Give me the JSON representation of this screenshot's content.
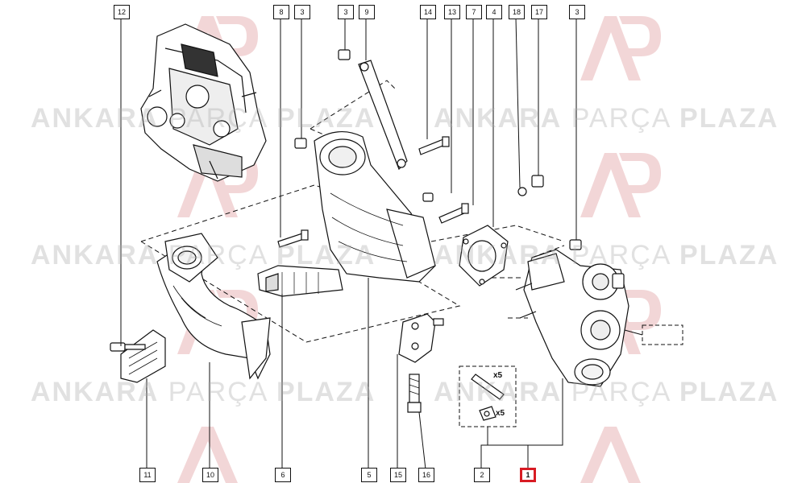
{
  "watermark": {
    "brand_a": "ANKARA",
    "brand_b": "PARÇA",
    "brand_c": "PLAZA",
    "logo_color": "#e8b4b6"
  },
  "callouts": {
    "top": [
      "12",
      "8",
      "3",
      "3",
      "9",
      "14",
      "13",
      "7",
      "4",
      "18",
      "17",
      "3"
    ],
    "bottom": [
      "11",
      "10",
      "6",
      "5",
      "15",
      "16",
      "2",
      "1"
    ],
    "highlight_color": "#d81b23"
  },
  "quantities": {
    "studs": "x5",
    "nuts": "x5"
  }
}
